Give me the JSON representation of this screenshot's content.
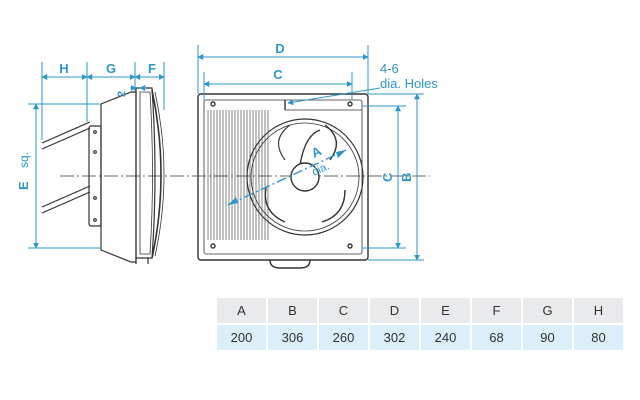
{
  "colors": {
    "dimension": "#2f97c8",
    "outline": "#333333",
    "header_bg": "#e9eaec",
    "value_bg": "#dbeef9"
  },
  "labels": {
    "H": "H",
    "G": "G",
    "F": "F",
    "D": "D",
    "C": "C",
    "holes": "4-6",
    "holes2": "dia. Holes",
    "small_2": "2",
    "E": "E",
    "sq": "sq.",
    "A": "A",
    "dia": "dia.",
    "C_side": "C",
    "B_side": "B"
  },
  "table": {
    "headers": [
      "A",
      "B",
      "C",
      "D",
      "E",
      "F",
      "G",
      "H"
    ],
    "values": [
      "200",
      "306",
      "260",
      "302",
      "240",
      "68",
      "90",
      "80"
    ]
  }
}
